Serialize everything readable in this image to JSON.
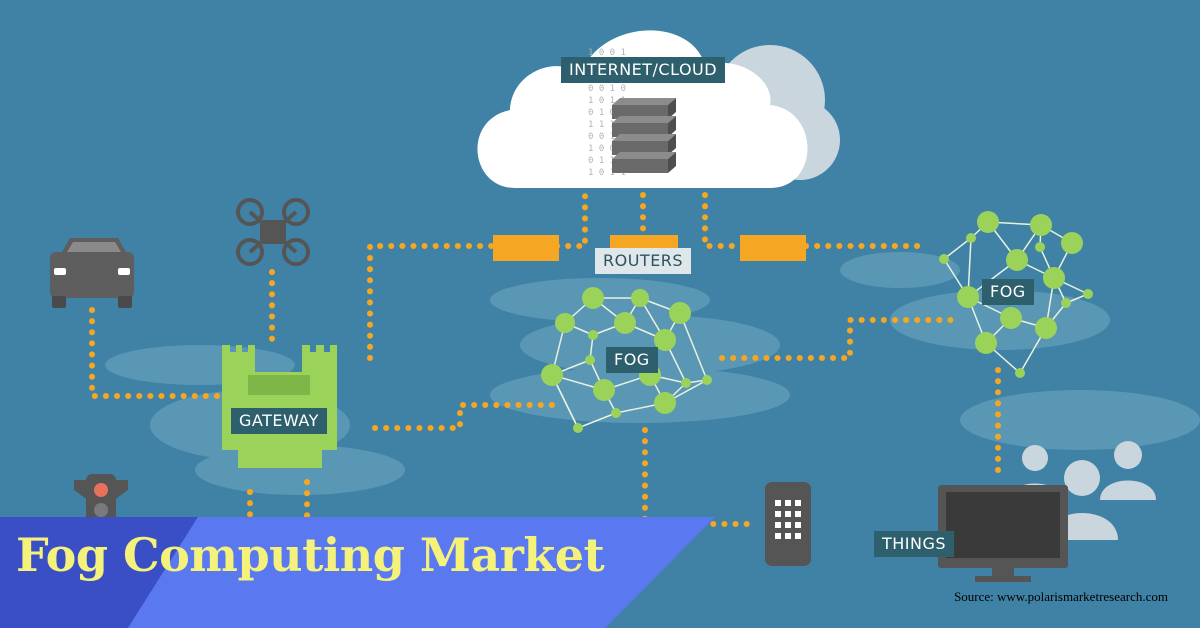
{
  "labels": {
    "cloud": "INTERNET/CLOUD",
    "routers": "ROUTERS",
    "fog_center": "FOG",
    "fog_right": "FOG",
    "gateway": "GATEWAY",
    "things": "THINGS"
  },
  "banner": {
    "title": "Fog Computing Market"
  },
  "source": "Source: www.polarismarketresearch.com",
  "colors": {
    "background": "#3f82a5",
    "connector": "#f5a623",
    "router": "#f5a623",
    "node": "#9bd35a",
    "gateway": "#9bd35a",
    "label_bg": "#2d5f6d",
    "banner_left": "#3a4fc6",
    "banner_right": "#5a78f0",
    "banner_text": "#f4f27a"
  },
  "icons": [
    "car-icon",
    "drone-icon",
    "gateway-castle-icon",
    "server-stack-icon",
    "router-icon",
    "smartphone-icon",
    "monitor-icon",
    "people-icon",
    "traffic-light-icon"
  ]
}
